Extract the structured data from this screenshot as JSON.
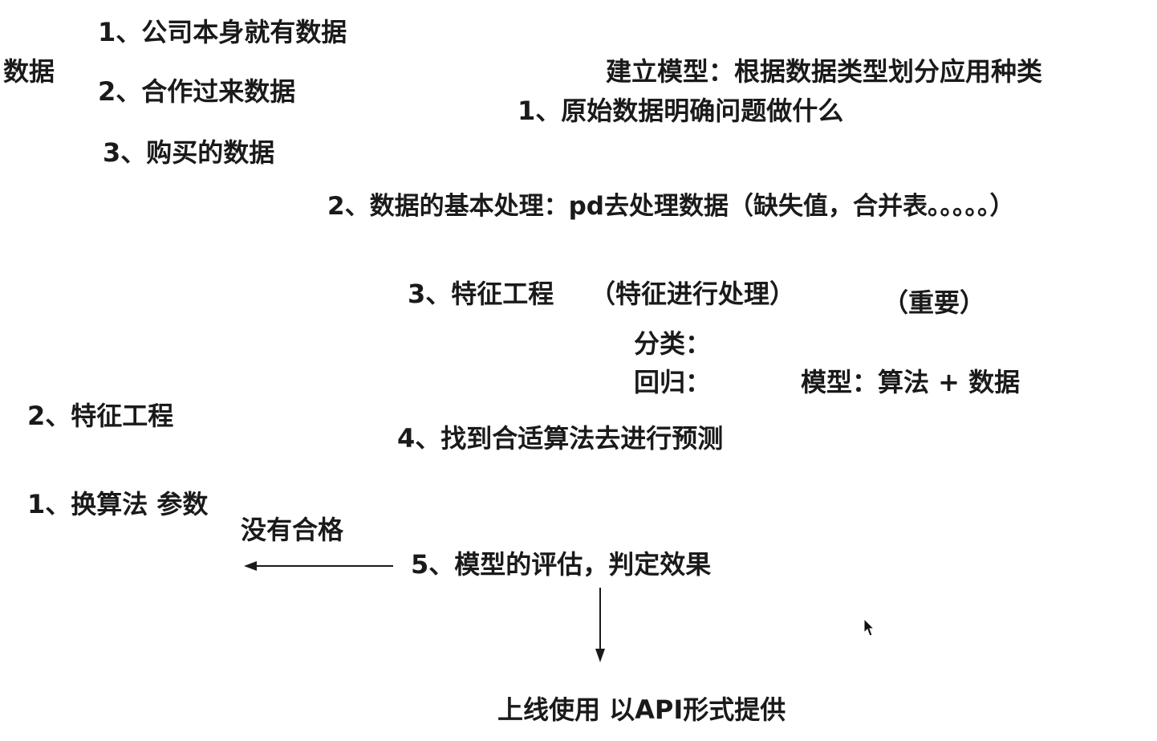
{
  "data_sources": {
    "label": "数据",
    "items": [
      "1、公司本身就有数据",
      "2、合作过来数据",
      "3、购买的数据"
    ]
  },
  "model_building": {
    "title": "建立模型：根据数据类型划分应用种类",
    "step1": "1、原始数据明确问题做什么",
    "step2": "2、数据的基本处理：pd去处理数据（缺失值，合并表。。。。。）",
    "step3": "3、特征工程",
    "step3_note": "（特征进行处理）",
    "important": "（重要）",
    "classification": "分类：",
    "regression": "回归：",
    "model_formula": "模型：算法 + 数据",
    "step4": "4、找到合适算法去进行预测",
    "step5": "5、模型的评估，判定效果"
  },
  "fallback": {
    "not_qualified": "没有合格",
    "option1": "1、换算法 参数",
    "option2": "2、特征工程"
  },
  "deploy": {
    "label": "上线使用  以API形式提供"
  },
  "colors": {
    "text": "#1a1a1a",
    "arrow": "#1a1a1a",
    "background": "#ffffff"
  },
  "icons": {
    "cursor": "mouse-pointer-icon"
  }
}
